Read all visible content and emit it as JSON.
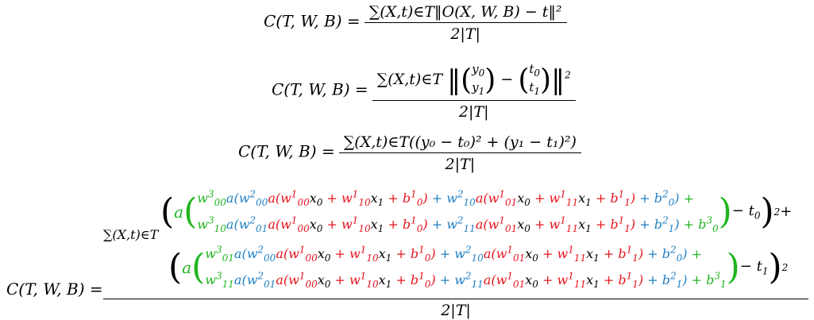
{
  "eq1": {
    "lhs": "C(T, W, B) =",
    "num": "∑(X,t)∈T‖O(X, W, B) − t‖²",
    "den": "2|T|"
  },
  "eq2": {
    "lhs": "C(T, W, B) =",
    "num_prefix": "∑(X,t)∈T",
    "den": "2|T|"
  },
  "eq3": {
    "lhs": "C(T, W, B) =",
    "num": "∑(X,t)∈T((y₀ − t₀)² + (y₁ − t₁)²)",
    "den": "2|T|"
  },
  "eq4": {
    "lhs": "C(T, W, B) =",
    "sum": "∑(X,t)∈T",
    "den": "2|T|"
  }
}
